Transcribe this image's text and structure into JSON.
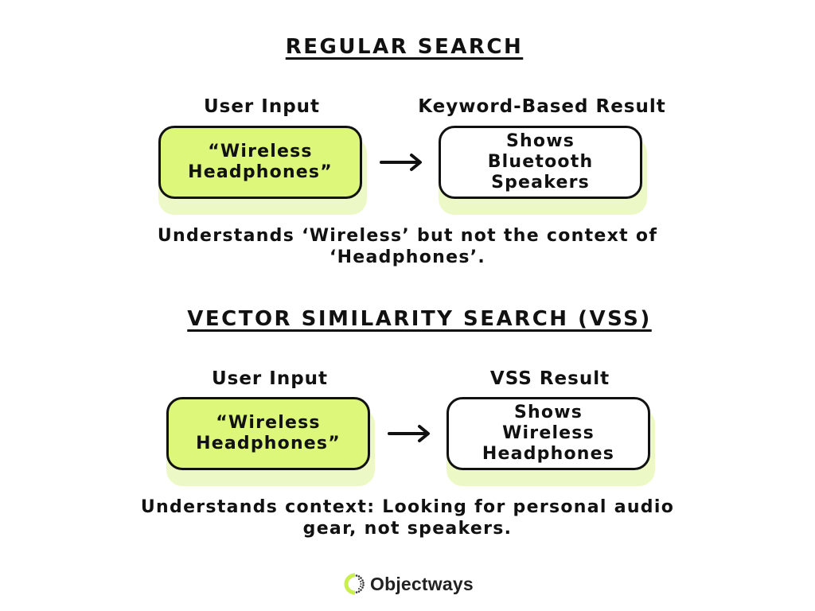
{
  "regular": {
    "title": "REGULAR SEARCH",
    "input_label": "User Input",
    "result_label": "Keyword-Based Result",
    "input_text": "“Wireless\nHeadphones”",
    "result_text": "Shows\nBluetooth\nSpeakers",
    "caption": "Understands ‘Wireless’ but not the context of\n‘Headphones’."
  },
  "vss": {
    "title": "VECTOR SIMILARITY SEARCH (VSS)",
    "input_label": "User Input",
    "result_label": "VSS Result",
    "input_text": "“Wireless\nHeadphones”",
    "result_text": "Shows\nWireless\nHeadphones",
    "caption": "Understands context: Looking for personal audio\ngear, not speakers."
  },
  "icons": {
    "arrow": "arrow-right-icon",
    "logo": "objectways-logo-icon"
  },
  "colors": {
    "input_fill": "#dcf77a",
    "shadow_fill": "#ecf9c6",
    "border": "#111111",
    "text": "#111111",
    "logo_green": "#c8ef4e"
  },
  "brand": {
    "name": "Objectways"
  }
}
